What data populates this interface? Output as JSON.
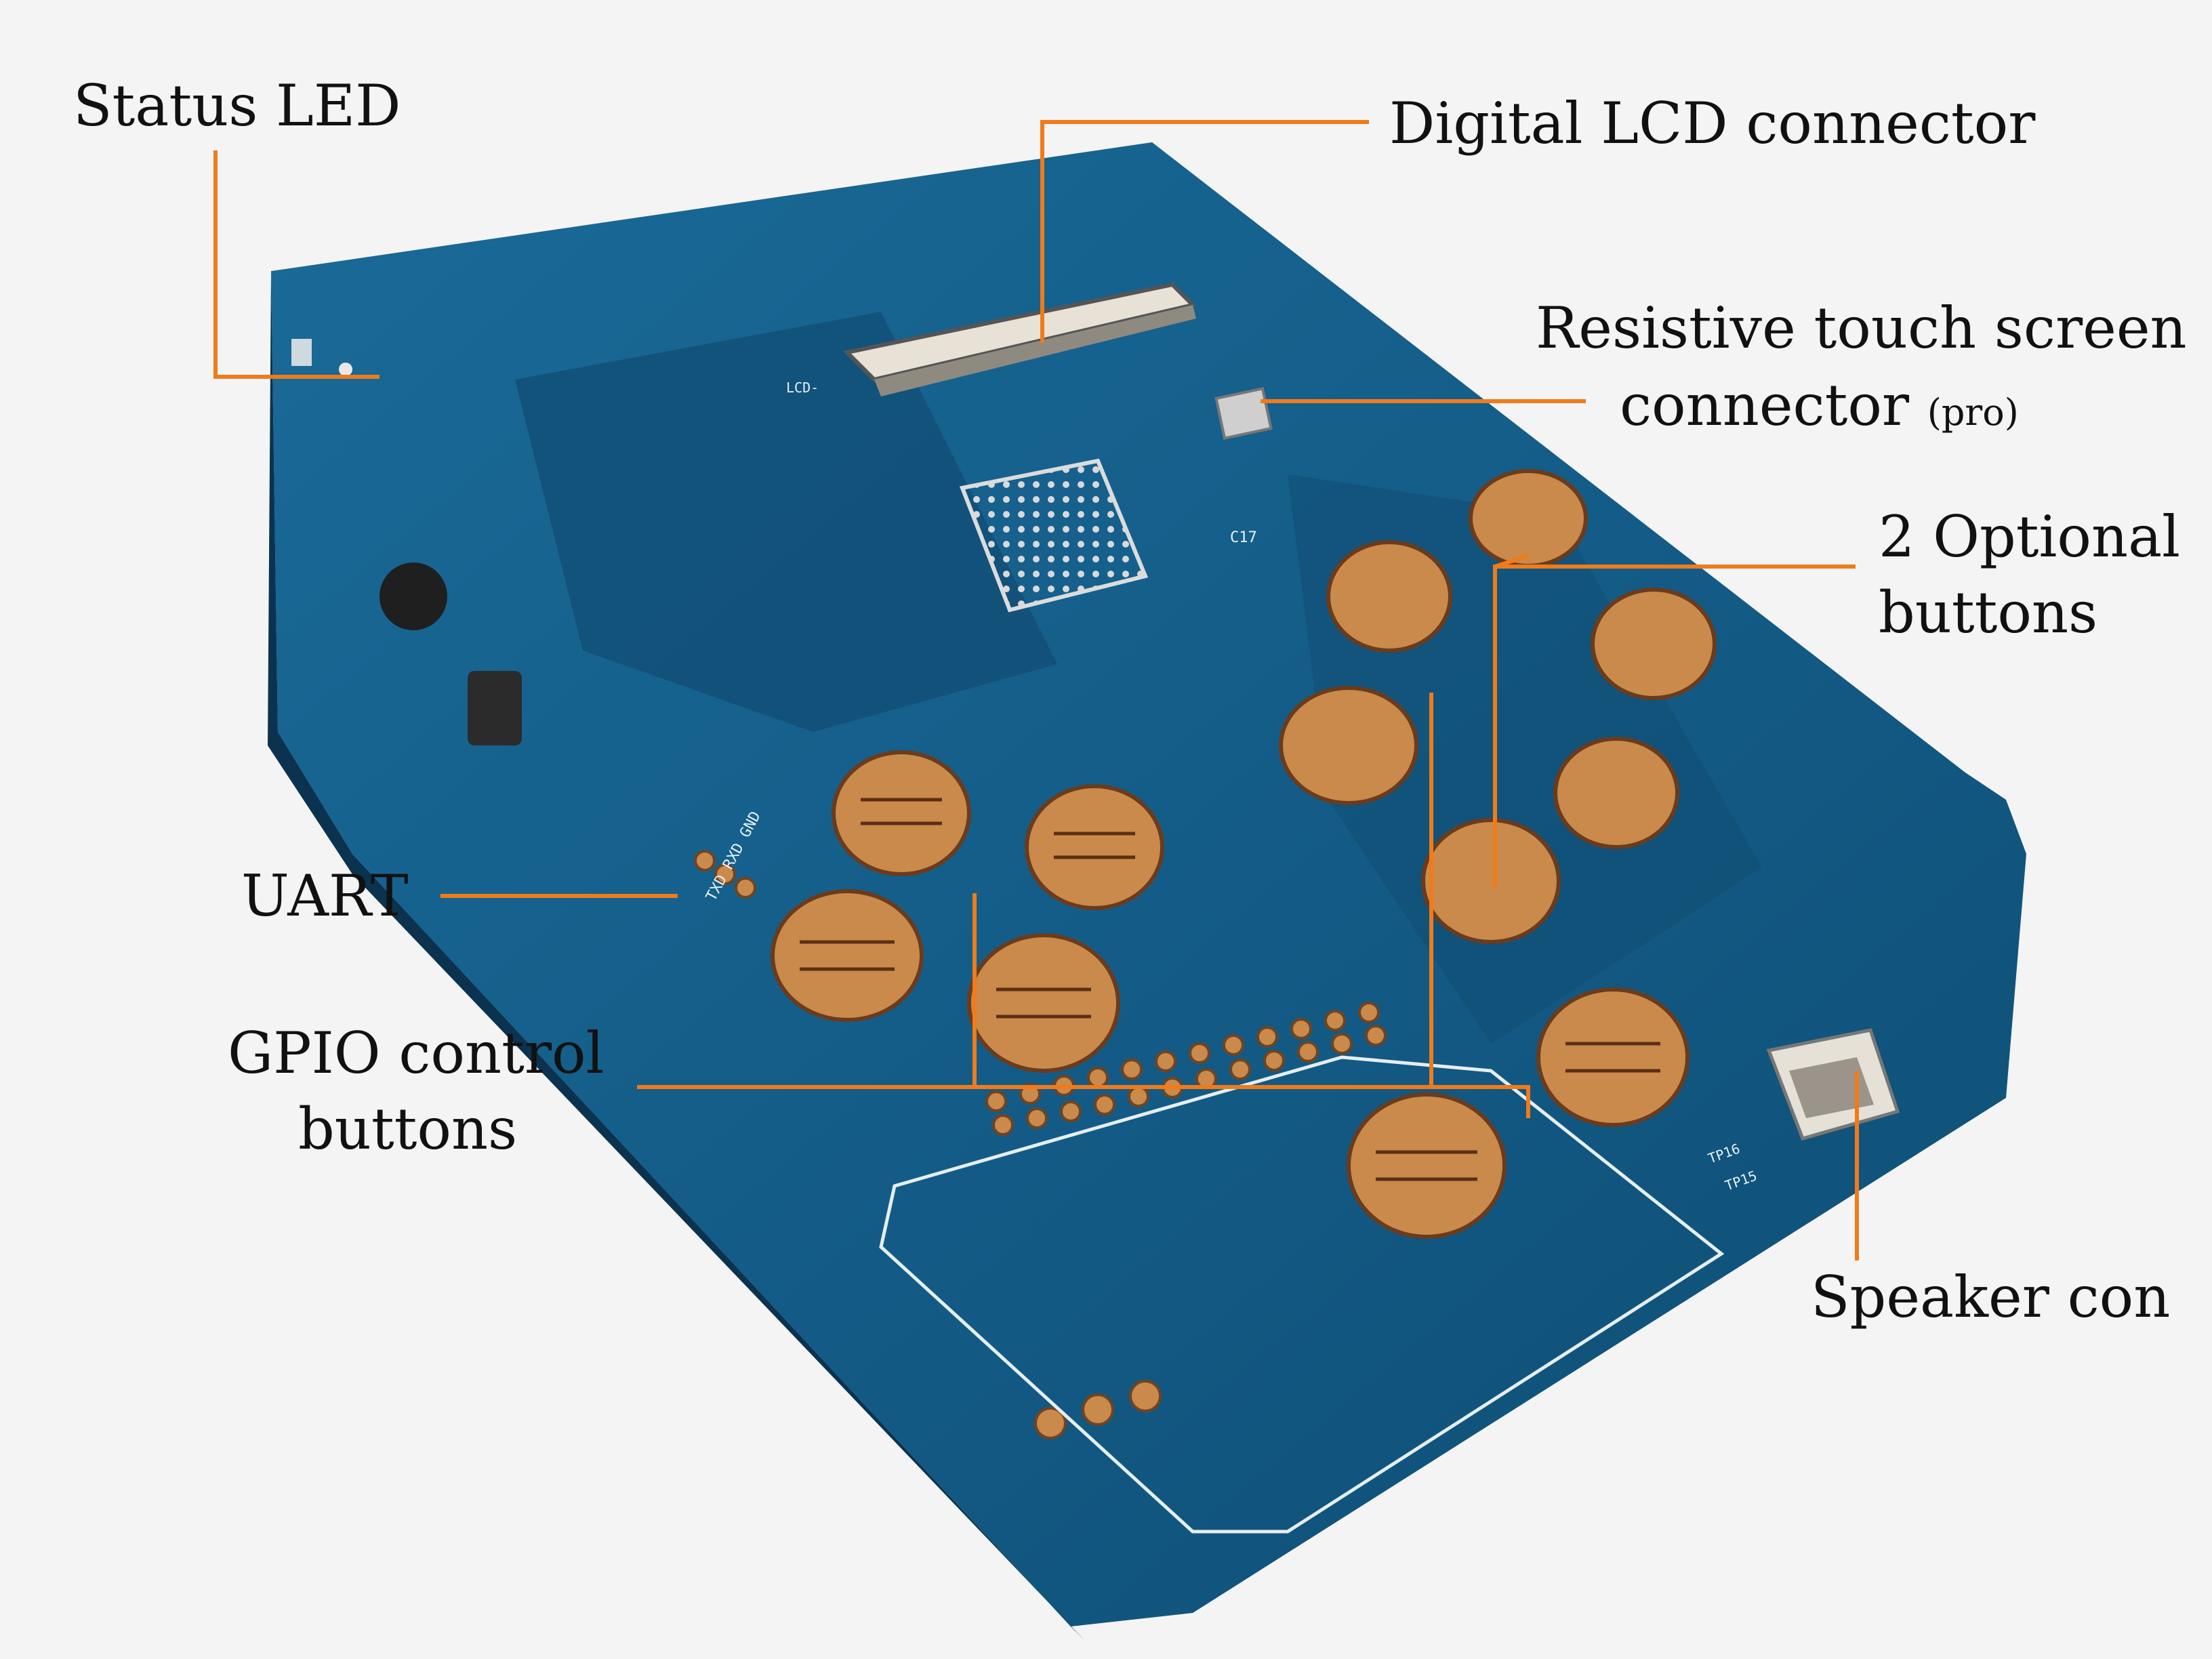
{
  "annotations": {
    "status_led": "Status LED",
    "lcd_connector": "Digital LCD connector",
    "touch_line1": "Resistive touch screen",
    "touch_line2": "connector",
    "touch_suffix": "(pro)",
    "optional_line1": "2 Optional",
    "optional_line2": "buttons",
    "uart": "UART",
    "gpio_line1": "GPIO control",
    "gpio_line2": "buttons",
    "speaker": "Speaker con"
  },
  "silkscreen": {
    "uart_pins": "TXD RXD GND",
    "lcd_pins": "LCD-",
    "tp15": "TP15",
    "tp16": "TP16",
    "c17": "C17"
  },
  "colors": {
    "callout": "#f07b1a",
    "pcb": "#135b86",
    "pcb_dark": "#0d4468",
    "gold": "#c98a4b",
    "background": "#f4f4f4"
  }
}
